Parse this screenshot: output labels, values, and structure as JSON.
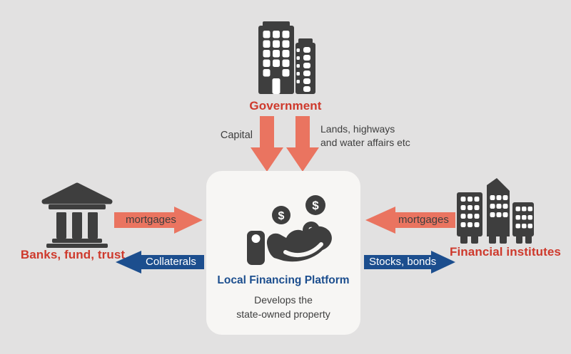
{
  "colors": {
    "bg": "#E2E1E1",
    "card": "#F7F6F4",
    "salmon": "#EA7460",
    "blue": "#1C4E8E",
    "red": "#CE392C",
    "dark": "#3E3E3E",
    "white": "#FFFFFF"
  },
  "government": {
    "label": "Government",
    "icon": "government-buildings-icon"
  },
  "banks": {
    "label": "Banks, fund, trust",
    "icon": "bank-icon"
  },
  "financial": {
    "label": "Financial institutes",
    "icon": "city-buildings-icon"
  },
  "platform": {
    "title": "Local Financing Platform",
    "subtitle_line1": "Develops the",
    "subtitle_line2": "state-owned property",
    "icon": "hand-coins-icon",
    "coin_symbol": "$"
  },
  "flows": {
    "capital": {
      "label": "Capital",
      "direction": "down",
      "color": "#EA7460"
    },
    "lands": {
      "label_line1": "Lands, highways",
      "label_line2": "and water affairs etc",
      "direction": "down",
      "color": "#EA7460"
    },
    "mortgages_left": {
      "label": "mortgages",
      "direction": "right",
      "color": "#EA7460"
    },
    "collaterals": {
      "label": "Collaterals",
      "direction": "left",
      "color": "#1C4E8E"
    },
    "mortgages_right": {
      "label": "mortgages",
      "direction": "left",
      "color": "#EA7460"
    },
    "stocks_bonds": {
      "label": "Stocks, bonds",
      "direction": "right",
      "color": "#1C4E8E"
    }
  }
}
